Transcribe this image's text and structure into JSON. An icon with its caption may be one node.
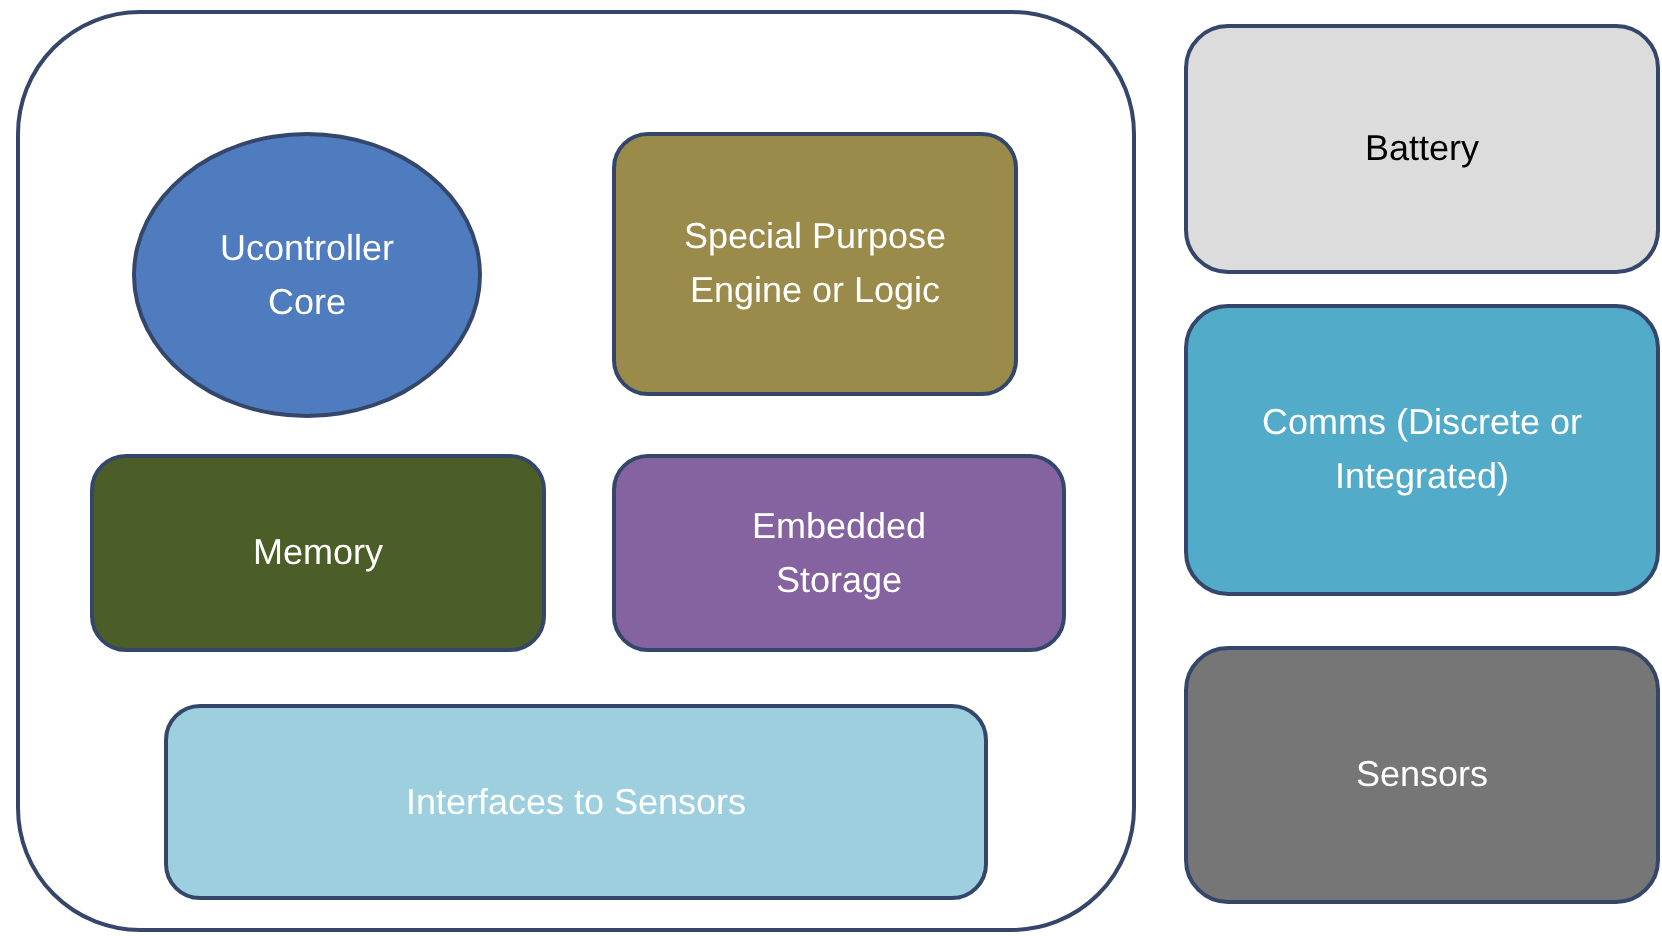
{
  "diagram": {
    "nodes": [
      {
        "text": [],
        "shape": "box"
      },
      {
        "text": [
          "Ucontroller Core"
        ],
        "in": 0
      },
      {
        "text": [
          "Special Purpose Engine or Logic"
        ],
        "in": 0
      },
      {
        "text": [
          "Memory"
        ],
        "in": 0
      },
      {
        "text": [
          "Embedded Storage"
        ],
        "in": 0
      },
      {
        "text": [
          "Interfaces to Sensors"
        ],
        "in": 0
      },
      {
        "text": [
          "Battery"
        ]
      },
      {
        "text": [
          "Comms (Discrete or Integrated)"
        ]
      },
      {
        "text": [
          "Sensors"
        ]
      }
    ]
  }
}
